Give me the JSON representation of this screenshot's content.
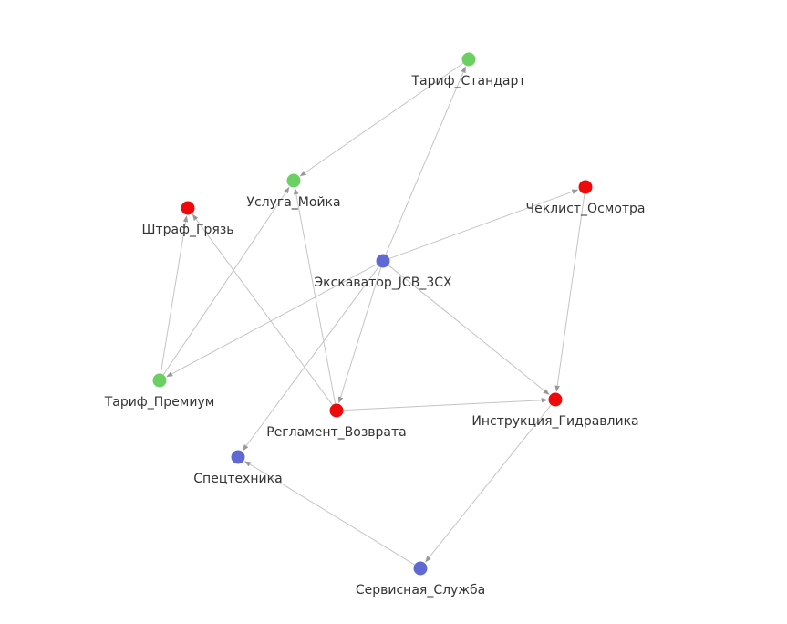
{
  "colors": {
    "green": "#6ccf63",
    "red": "#ee0a0a",
    "blue": "#6068d4",
    "edge": "#c4c4c4",
    "arrow": "#999999"
  },
  "nodes": [
    {
      "id": "tarif_standart",
      "label": "Тариф_Стандарт",
      "color": "green"
    },
    {
      "id": "usluga_moyka",
      "label": "Услуга_Мойка",
      "color": "green"
    },
    {
      "id": "shtraf_gryaz",
      "label": "Штраф_Грязь",
      "color": "red"
    },
    {
      "id": "cheklist_osmotra",
      "label": "Чеклист_Осмотра",
      "color": "red"
    },
    {
      "id": "ekskavator",
      "label": "Экскаватор_JCB_3CX",
      "color": "blue"
    },
    {
      "id": "tarif_premium",
      "label": "Тариф_Премиум",
      "color": "green"
    },
    {
      "id": "reglament",
      "label": "Регламент_Возврата",
      "color": "red"
    },
    {
      "id": "instrukciya",
      "label": "Инструкция_Гидравлика",
      "color": "red"
    },
    {
      "id": "spectehnika",
      "label": "Спецтехника",
      "color": "blue"
    },
    {
      "id": "servisnaya",
      "label": "Сервисная_Служба",
      "color": "blue"
    }
  ],
  "edges": [
    {
      "from": "tarif_standart",
      "to": "usluga_moyka"
    },
    {
      "from": "ekskavator",
      "to": "tarif_standart"
    },
    {
      "from": "ekskavator",
      "to": "cheklist_osmotra"
    },
    {
      "from": "ekskavator",
      "to": "tarif_premium"
    },
    {
      "from": "ekskavator",
      "to": "reglament"
    },
    {
      "from": "ekskavator",
      "to": "instrukciya"
    },
    {
      "from": "ekskavator",
      "to": "spectehnika"
    },
    {
      "from": "tarif_premium",
      "to": "shtraf_gryaz"
    },
    {
      "from": "tarif_premium",
      "to": "usluga_moyka"
    },
    {
      "from": "reglament",
      "to": "shtraf_gryaz"
    },
    {
      "from": "reglament",
      "to": "usluga_moyka"
    },
    {
      "from": "reglament",
      "to": "instrukciya"
    },
    {
      "from": "cheklist_osmotra",
      "to": "instrukciya"
    },
    {
      "from": "instrukciya",
      "to": "servisnaya"
    },
    {
      "from": "servisnaya",
      "to": "spectehnika"
    }
  ]
}
